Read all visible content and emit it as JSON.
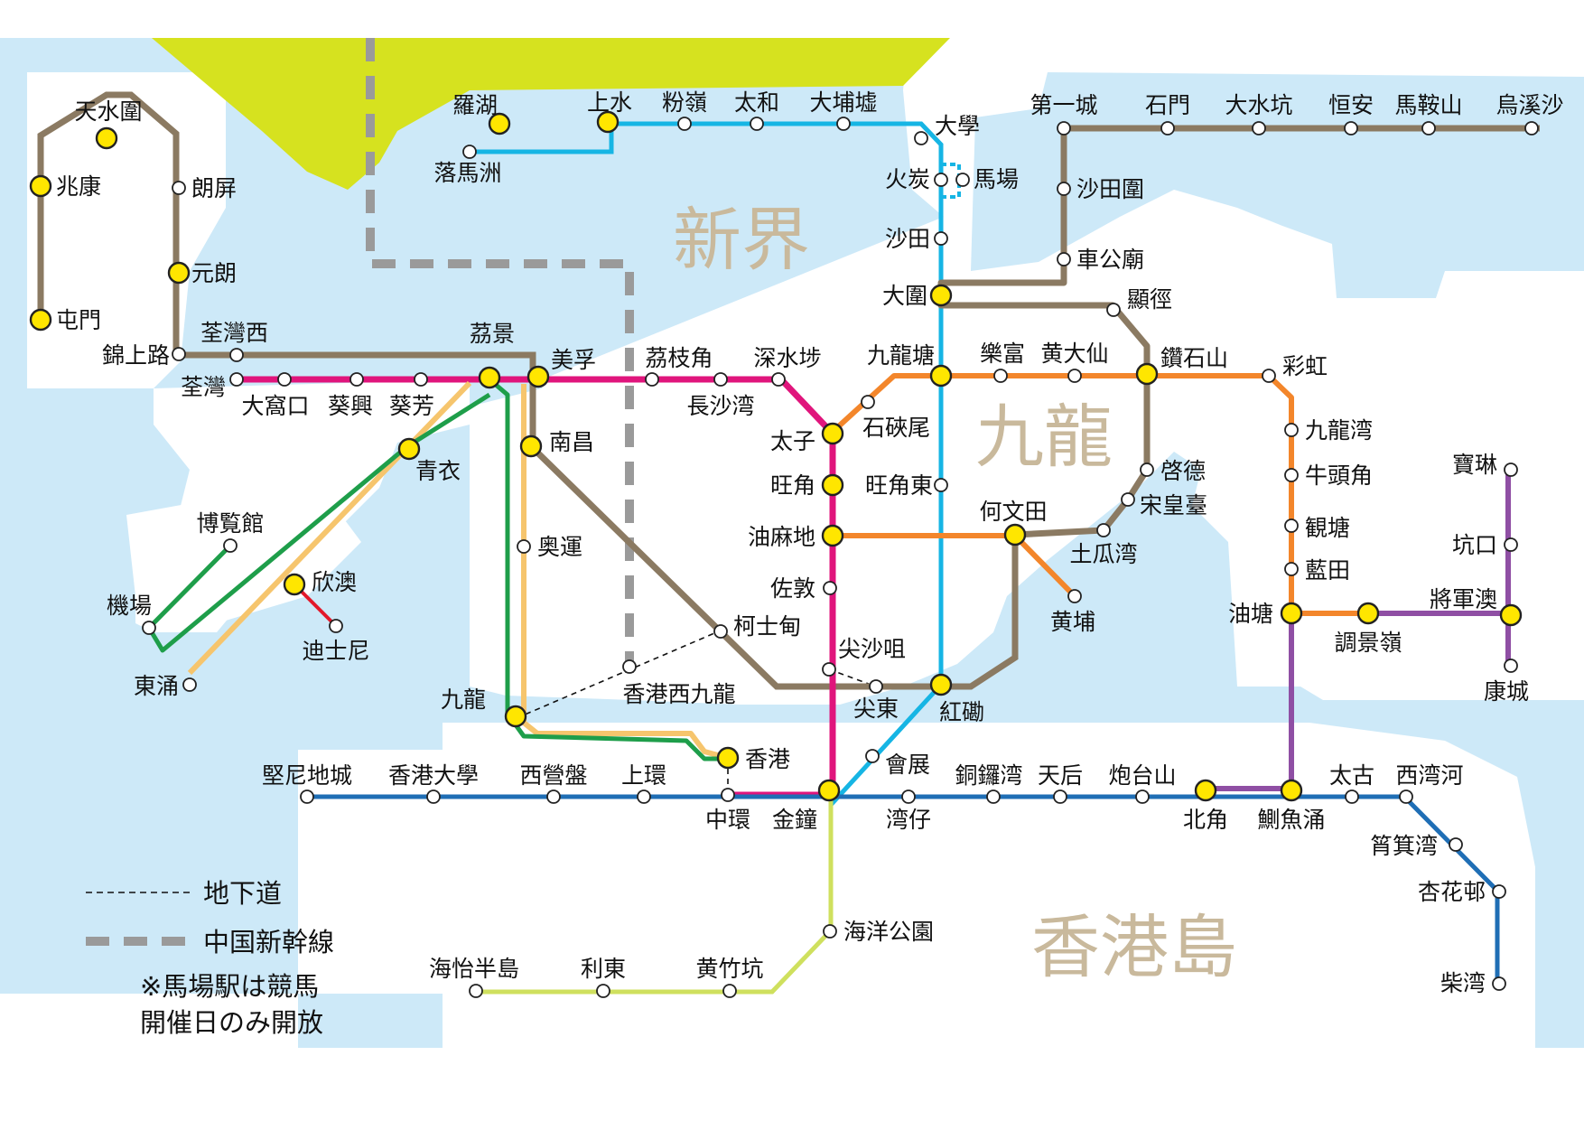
{
  "colors": {
    "water": "#cde9f8",
    "land": "#ffffff",
    "china": "#d6e21f",
    "east_rail": "#16b5e4",
    "tsuen_wan": "#e0157c",
    "kwun_tong": "#7b6c58",
    "tung_chung": "#1e9e4a",
    "airport_express": "#f6c56d",
    "disney": "#e2182a",
    "island": "#1f6eb5",
    "tseung_kwan_o": "#8f4fa4",
    "tuen_ma": "#8b7a62",
    "south_island": "#cfe05e",
    "shenzhen_east": "#f3862b",
    "highspeed": "#9a9a9a",
    "interchange": "#ffe600"
  },
  "regions": {
    "new_territories": "新界",
    "kowloon": "九龍",
    "hk_island": "香港島"
  },
  "legend": {
    "underpass": "地下道",
    "highspeed": "中国新幹線",
    "note_line1": "※馬場駅は競馬",
    "note_line2": "開催日のみ開放"
  },
  "stations": {
    "lo_wu": "羅湖",
    "lok_ma_chau": "落馬洲",
    "sheung_shui": "上水",
    "fanling": "粉嶺",
    "tai_wo": "太和",
    "tai_po_market": "大埔墟",
    "university": "大學",
    "fo_tan": "火炭",
    "racecourse": "馬場",
    "sha_tin": "沙田",
    "tai_wai": "大圍",
    "wu_kai_sha": "烏溪沙",
    "ma_on_shan": "馬鞍山",
    "heng_on": "恒安",
    "tai_shui_hang": "大水坑",
    "shek_mun": "石門",
    "city_one": "第一城",
    "sha_tin_wai": "沙田圍",
    "che_kung_temple": "車公廟",
    "hin_keng": "顯徑",
    "diamond_hill": "鑽石山",
    "tin_shui_wai": "天水圍",
    "siu_hong": "兆康",
    "tuen_mun": "屯門",
    "long_ping": "朗屏",
    "yuen_long": "元朗",
    "kam_sheung_road": "錦上路",
    "tsuen_wan_west": "荃灣西",
    "tsuen_wan": "荃灣",
    "tai_wo_hau": "大窩口",
    "kwai_hing": "葵興",
    "kwai_fong": "葵芳",
    "lai_king": "茘景",
    "mei_foo": "美孚",
    "lai_chi_kok": "茘枝角",
    "cheung_sha_wan": "長沙湾",
    "sham_shui_po": "深水埗",
    "prince_edward": "太子",
    "mong_kok": "旺角",
    "yau_ma_tei": "油麻地",
    "jordan": "佐敦",
    "tsim_sha_tsui": "尖沙咀",
    "admiralty": "金鐘",
    "central": "中環",
    "nam_cheong": "南昌",
    "olympic": "奥運",
    "kowloon": "九龍",
    "hong_kong": "香港",
    "tsing_yi": "青衣",
    "sunny_bay": "欣澳",
    "disneyland": "迪士尼",
    "airport": "機場",
    "asiaworld": "博覧館",
    "tung_chung": "東涌",
    "austin": "柯士甸",
    "west_kowloon": "香港西九龍",
    "east_tst": "尖東",
    "hung_hom": "紅磡",
    "exhibition": "會展",
    "kowloon_tong": "九龍塘",
    "shek_kip_mei": "石硤尾",
    "mong_kok_east": "旺角東",
    "lok_fu": "樂富",
    "wong_tai_sin": "黄大仙",
    "choi_hung": "彩虹",
    "kai_tak": "啓德",
    "sung_wong_toi": "宋皇臺",
    "to_kwa_wan": "土瓜湾",
    "ho_man_tin": "何文田",
    "whampoa": "黄埔",
    "kowloon_bay": "九龍湾",
    "ngau_tau_kok": "牛頭角",
    "kwun_tong": "観塘",
    "lam_tin": "藍田",
    "yau_tong": "油塘",
    "tiu_keng_leng": "調景嶺",
    "po_lam": "寶琳",
    "hang_hau": "坑口",
    "tseung_kwan_o": "將軍澳",
    "lohas_park": "康城",
    "kennedy_town": "堅尼地城",
    "hku": "香港大學",
    "sai_ying_pun": "西營盤",
    "sheung_wan": "上環",
    "wan_chai": "湾仔",
    "causeway_bay": "銅鑼湾",
    "tin_hau": "天后",
    "fortress_hill": "炮台山",
    "north_point": "北角",
    "quarry_bay": "鰂魚涌",
    "tai_koo": "太古",
    "sai_wan_ho": "西湾河",
    "shau_kei_wan": "筲箕湾",
    "heng_fa_chuen": "杏花邨",
    "chai_wan": "柴湾",
    "ocean_park": "海洋公園",
    "wong_chuk_hang": "黄竹坑",
    "lei_tung": "利東",
    "south_horizons": "海怡半島"
  }
}
